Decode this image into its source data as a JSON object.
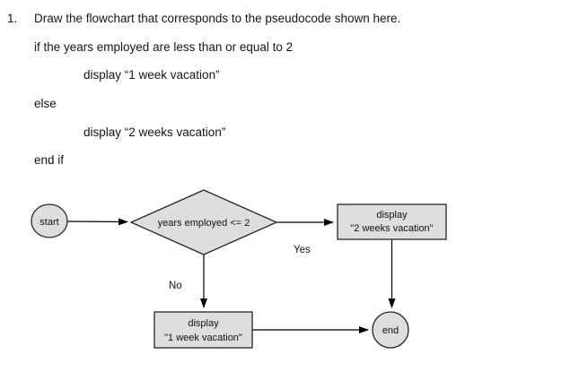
{
  "problem": {
    "number": "1.",
    "title": "Draw the flowchart that corresponds to the pseudocode shown here.",
    "pseudocode": [
      "if the years employed are less than or equal to 2",
      "display “1 week vacation”",
      "else",
      "display “2 weeks vacation”",
      "end if"
    ]
  },
  "flowchart": {
    "start": {
      "label": "start"
    },
    "decision": {
      "label": "years employed <= 2"
    },
    "yes_branch": {
      "edge_label": "Yes",
      "process_line1": "display",
      "process_line2": "\"2 weeks vacation\""
    },
    "no_branch": {
      "edge_label": "No",
      "process_line1": "display",
      "process_line2": "\"1 week vacation\""
    },
    "end": {
      "label": "end"
    },
    "colors": {
      "shape_fill": "#dedede",
      "shape_stroke": "#262626"
    }
  }
}
